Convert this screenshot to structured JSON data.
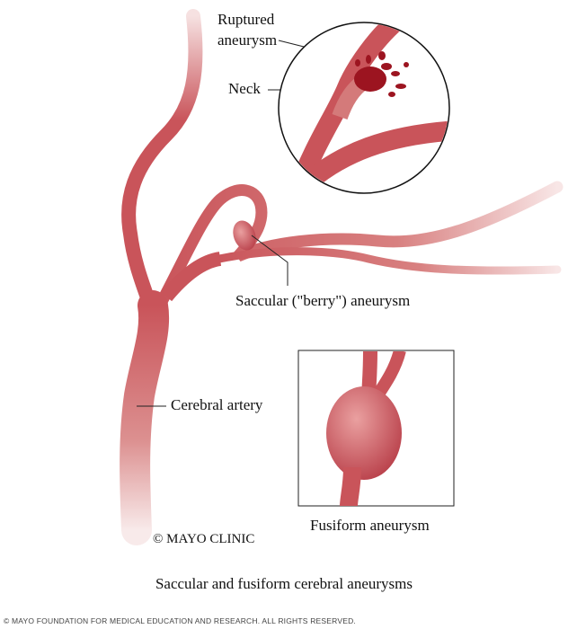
{
  "labels": {
    "ruptured_line1": "Ruptured",
    "ruptured_line2": "aneurysm",
    "neck": "Neck",
    "saccular": "Saccular (\"berry\") aneurysm",
    "cerebral_artery": "Cerebral artery",
    "fusiform": "Fusiform aneurysm",
    "mayo_clinic": "© MAYO CLINIC"
  },
  "caption": "Saccular and fusiform cerebral aneurysms",
  "footer": "© MAYO FOUNDATION FOR MEDICAL EDUCATION AND RESEARCH. ALL RIGHTS RESERVED.",
  "colors": {
    "artery": "#c9545a",
    "artery_light": "#e7a3a3",
    "blood": "#9c1420"
  }
}
